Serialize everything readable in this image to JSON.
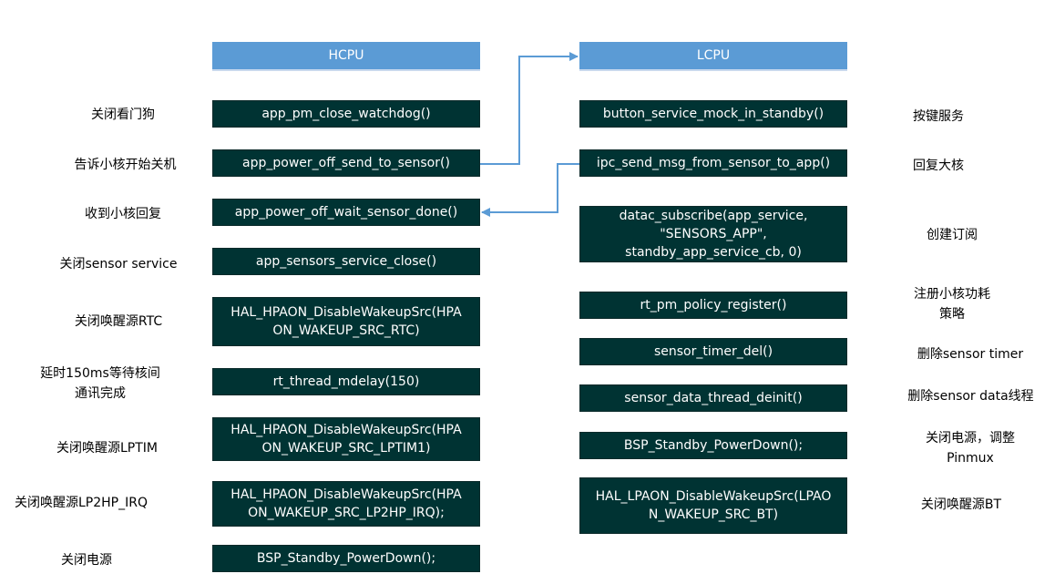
{
  "headers": {
    "left": "HCPU",
    "right": "LCPU"
  },
  "hcpu_boxes": [
    {
      "text": "app_pm_close_watchdog()"
    },
    {
      "text": "app_power_off_send_to_sensor()"
    },
    {
      "text": "app_power_off_wait_sensor_done()"
    },
    {
      "text": "app_sensors_service_close()"
    },
    {
      "text": "HAL_HPAON_DisableWakeupSrc(HPA\nON_WAKEUP_SRC_RTC)"
    },
    {
      "text": "rt_thread_mdelay(150)"
    },
    {
      "text": "HAL_HPAON_DisableWakeupSrc(HPA\nON_WAKEUP_SRC_LPTIM1)"
    },
    {
      "text": "HAL_HPAON_DisableWakeupSrc(HPA\nON_WAKEUP_SRC_LP2HP_IRQ);"
    },
    {
      "text": "BSP_Standby_PowerDown();"
    }
  ],
  "hcpu_labels": [
    {
      "text": "关闭看门狗"
    },
    {
      "text": "告诉小核开始关机"
    },
    {
      "text": "收到小核回复"
    },
    {
      "text": "关闭sensor service"
    },
    {
      "text": "关闭唤醒源RTC"
    },
    {
      "text": "延时150ms等待核间\n通讯完成"
    },
    {
      "text": "关闭唤醒源LPTIM"
    },
    {
      "text": "关闭唤醒源LP2HP_IRQ"
    },
    {
      "text": "关闭电源"
    }
  ],
  "lcpu_boxes": [
    {
      "text": "button_service_mock_in_standby()"
    },
    {
      "text": "ipc_send_msg_from_sensor_to_app()"
    },
    {
      "text": "datac_subscribe(app_service,\n\"SENSORS_APP\",\nstandby_app_service_cb, 0)"
    },
    {
      "text": "rt_pm_policy_register()"
    },
    {
      "text": "sensor_timer_del()"
    },
    {
      "text": "sensor_data_thread_deinit()"
    },
    {
      "text": "BSP_Standby_PowerDown();"
    },
    {
      "text": "HAL_LPAON_DisableWakeupSrc(LPAO\nN_WAKEUP_SRC_BT)"
    }
  ],
  "lcpu_labels": [
    {
      "text": "按键服务"
    },
    {
      "text": "回复大核"
    },
    {
      "text": "创建订阅"
    },
    {
      "text": "注册小核功耗\n策略"
    },
    {
      "text": "删除sensor timer"
    },
    {
      "text": "删除sensor data线程"
    },
    {
      "text": "关闭电源，调整\nPinmux"
    },
    {
      "text": "关闭唤醒源BT"
    }
  ],
  "colors": {
    "header": "#5b9bd5",
    "box": "#003333",
    "arrow": "#5b9bd5"
  }
}
